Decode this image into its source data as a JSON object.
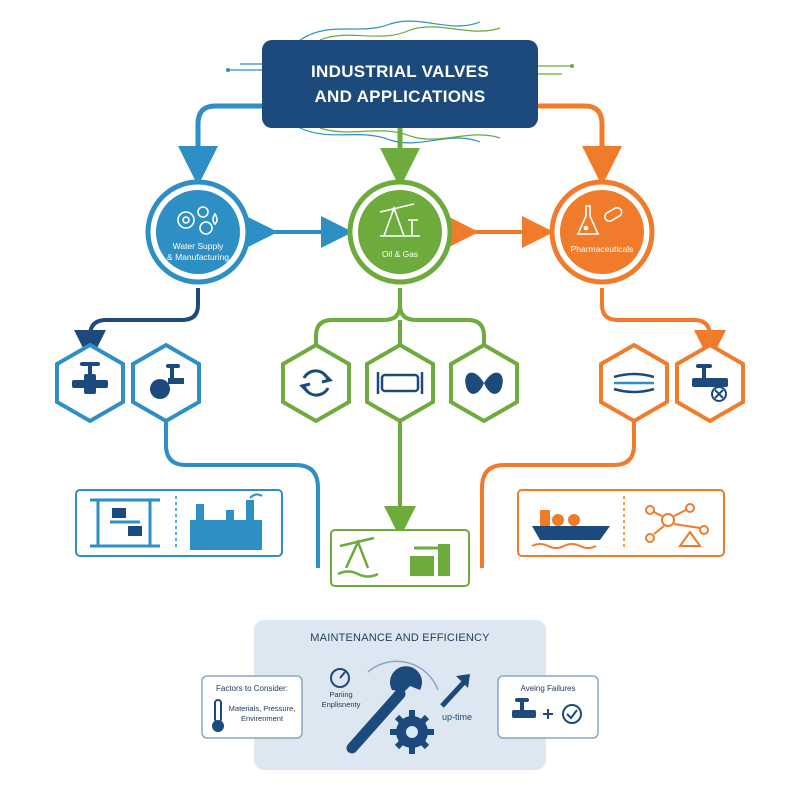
{
  "title": {
    "line1": "INDUSTRIAL VALVES",
    "line2": "AND APPLICATIONS"
  },
  "colors": {
    "navy": "#1d4a7c",
    "blue": "#2e8fc4",
    "green": "#6cab3c",
    "orange": "#f07c2b",
    "panel": "#dde7f1"
  },
  "categories": [
    {
      "label_line1": "Water Supply",
      "label_line2": "& Manufacturing",
      "color": "#2e8fc4",
      "icon": "gears-water-drop-icon"
    },
    {
      "label_line1": "Oil & Gas",
      "label_line2": "",
      "color": "#6cab3c",
      "icon": "oil-pump-icon"
    },
    {
      "label_line1": "Pharmaceuticals",
      "label_line2": "",
      "color": "#f07c2b",
      "icon": "lab-flask-pill-icon"
    }
  ],
  "valves": [
    {
      "icon": "gate-valve-icon"
    },
    {
      "icon": "ball-valve-icon"
    },
    {
      "icon": "check-valve-icon"
    },
    {
      "icon": "pipe-valve-icon"
    },
    {
      "icon": "butterfly-valve-icon"
    },
    {
      "icon": "pinch-valve-icon"
    },
    {
      "icon": "shutoff-valve-icon"
    }
  ],
  "maintenance": {
    "title": "MAINTENANCE AND EFFICIENCY",
    "factors_title": "Factors to Consider:",
    "factors_line1": "Materials, Pressure,",
    "factors_line2": "Envirenment",
    "gauge_line1": "Pariing",
    "gauge_line2": "Enplisnenty",
    "uptime": "up-time",
    "failures_title": "Aveing Failures"
  }
}
